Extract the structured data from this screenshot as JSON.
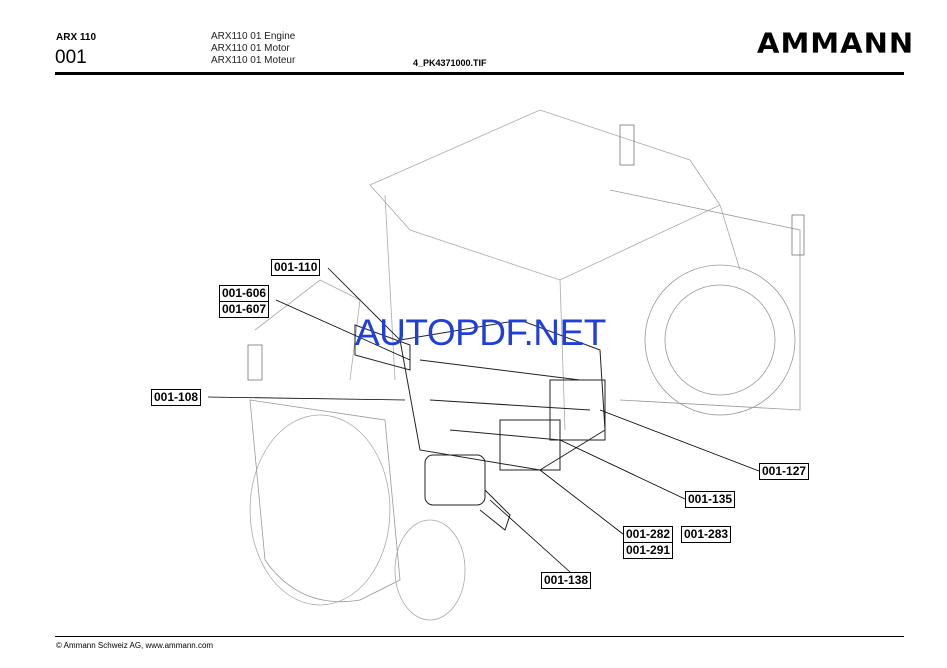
{
  "header": {
    "model": "ARX 110",
    "group": "001",
    "descriptions": [
      "ARX110 01 Engine",
      "ARX110 01 Motor",
      "ARX110 01 Moteur"
    ],
    "file": "4_PK4371000.TIF",
    "logo": "AMMANN"
  },
  "callouts": [
    "001-110",
    "001-606",
    "001-607",
    "001-108",
    "001-127",
    "001-135",
    "001-282",
    "001-283",
    "001-291",
    "001-138"
  ],
  "watermark": "AUTOPDF.NET",
  "footer": "© Ammann Schweiz AG, www.ammann.com"
}
